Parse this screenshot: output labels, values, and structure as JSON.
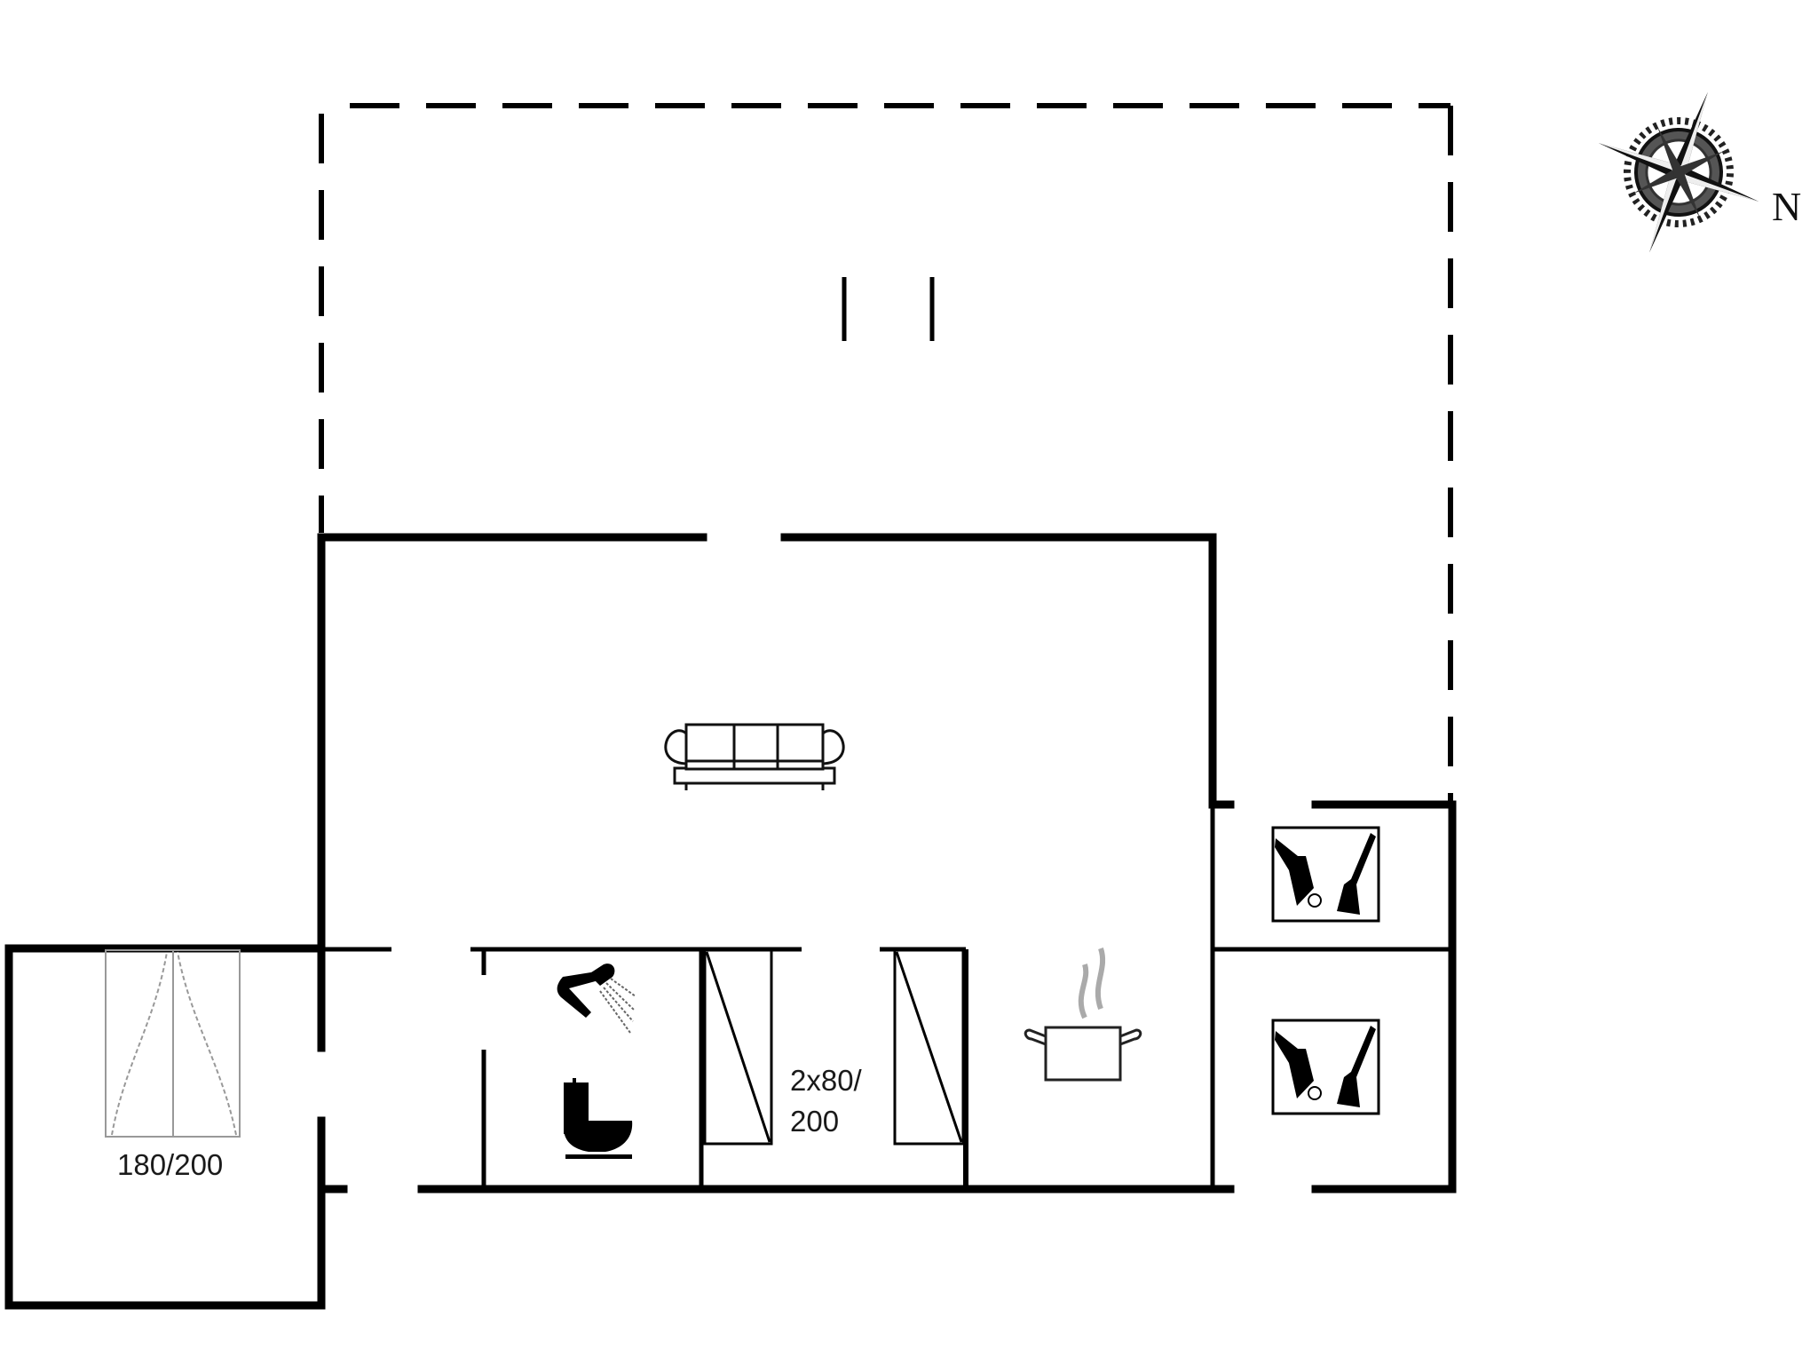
{
  "plan": {
    "labels": {
      "double_bed": "180/200",
      "twin_beds_line1": "2x80/",
      "twin_beds_line2": "200",
      "north": "N"
    },
    "rooms": [
      {
        "name": "terrace",
        "type": "outline-dashed"
      },
      {
        "name": "living-room",
        "icon": "sofa-icon"
      },
      {
        "name": "bedroom-1",
        "bed": "180/200"
      },
      {
        "name": "bathroom",
        "icons": [
          "shower-icon",
          "toilet-icon"
        ]
      },
      {
        "name": "bedroom-2",
        "bed": "2x80/200"
      },
      {
        "name": "kitchen",
        "icon": "cooking-pot-icon"
      },
      {
        "name": "utility-1",
        "icon": "cleaning-tools-icon"
      },
      {
        "name": "utility-2",
        "icon": "cleaning-tools-icon"
      }
    ],
    "colors": {
      "wall": "#000000",
      "furniture": "#111111",
      "steam": "#aaaaaa",
      "bed_line": "#999999"
    }
  }
}
